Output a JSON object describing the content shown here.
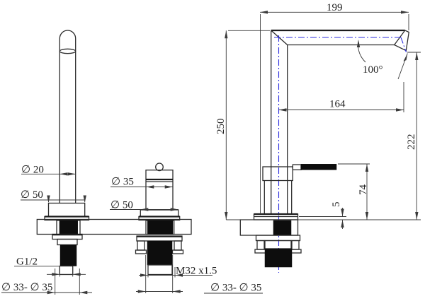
{
  "front_view": {
    "spout_diameter_label": "∅ 20",
    "spout_base_label": "∅ 50",
    "handle_diameter_label": "∅ 35",
    "handle_base_label": "∅ 50",
    "spout_thread_label": "G1/2",
    "spout_hole_label": "∅ 33- ∅ 35",
    "handle_thread_label": "M32 x1.5",
    "handle_hole_label": "∅ 33- ∅ 35"
  },
  "side_view": {
    "overall_width_label": "199",
    "overall_height_label": "250",
    "spout_reach_label": "164",
    "spout_angle_label": "100°",
    "outlet_height_label": "222",
    "handle_height_label": "74",
    "base_gap_label": "5"
  },
  "colors": {
    "line": "#2b2b2b",
    "centerline": "#2b2bde",
    "solid_fill": "#0d0d0d",
    "background": "#ffffff"
  }
}
